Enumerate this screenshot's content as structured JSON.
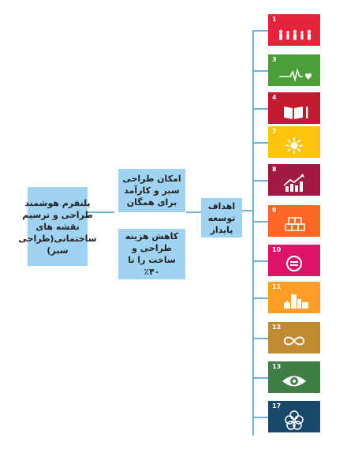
{
  "nodes": {
    "platform": "پلتفرم هوشمند طراحی و ترسیم نقشه های ساختمانی(طراحی سبز)",
    "benefit_top": "امکان طراحی سبز و کارآمد برای همگان",
    "benefit_bottom": "کاهش هزینه طراحی و ساخت را تا ۴۰٪",
    "sdg_root": "اهداف توسعه پایدار"
  },
  "sdgs": [
    {
      "number": "1",
      "color": "#e5243b",
      "icon": "family-icon"
    },
    {
      "number": "3",
      "color": "#4c9f38",
      "icon": "heartbeat-icon"
    },
    {
      "number": "4",
      "color": "#c5192d",
      "icon": "book-icon"
    },
    {
      "number": "7",
      "color": "#fcc30b",
      "icon": "sun-icon"
    },
    {
      "number": "8",
      "color": "#a21942",
      "icon": "growth-chart-icon"
    },
    {
      "number": "9",
      "color": "#fd6925",
      "icon": "cubes-icon"
    },
    {
      "number": "10",
      "color": "#dd1367",
      "icon": "equality-icon"
    },
    {
      "number": "11",
      "color": "#fd9d24",
      "icon": "city-icon"
    },
    {
      "number": "12",
      "color": "#bf8b2e",
      "icon": "infinity-icon"
    },
    {
      "number": "13",
      "color": "#3f7e44",
      "icon": "eye-earth-icon"
    },
    {
      "number": "17",
      "color": "#19486a",
      "icon": "flower-rings-icon"
    }
  ]
}
